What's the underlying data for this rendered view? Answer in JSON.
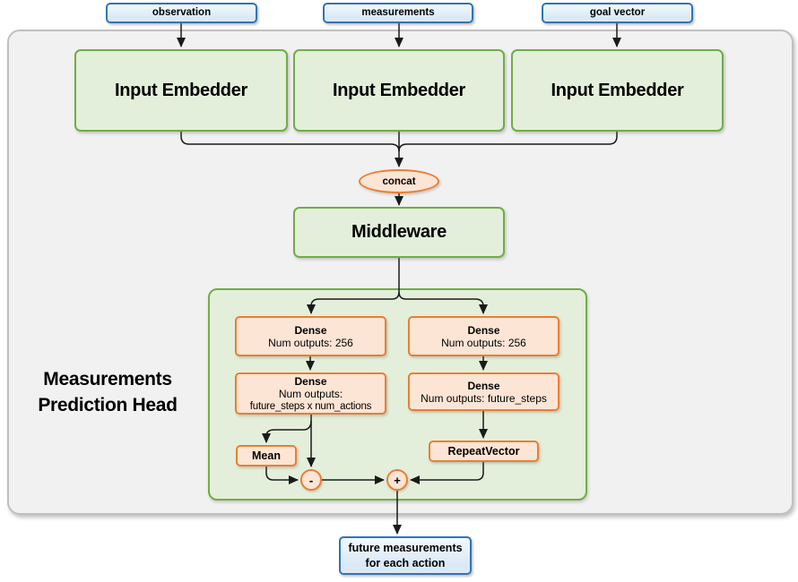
{
  "inputs": [
    {
      "label": "observation"
    },
    {
      "label": "measurements"
    },
    {
      "label": "goal vector"
    }
  ],
  "embedders": [
    {
      "label": "Input Embedder"
    },
    {
      "label": "Input Embedder"
    },
    {
      "label": "Input Embedder"
    }
  ],
  "concat": {
    "label": "concat"
  },
  "middleware": {
    "label": "Middleware"
  },
  "head": {
    "title_line1": "Measurements",
    "title_line2": "Prediction Head",
    "dense_left_top": {
      "title": "Dense",
      "line1": "Num outputs: 256"
    },
    "dense_right_top": {
      "title": "Dense",
      "line1": "Num outputs: 256"
    },
    "dense_left_bottom": {
      "title": "Dense",
      "line1": "Num outputs:",
      "line2": "future_steps x num_actions"
    },
    "dense_right_bottom": {
      "title": "Dense",
      "line1": "Num outputs: future_steps"
    },
    "mean": {
      "label": "Mean"
    },
    "repeat_vector": {
      "label": "RepeatVector"
    },
    "minus": {
      "label": "-"
    },
    "plus": {
      "label": "+"
    }
  },
  "output": {
    "line1": "future measurements",
    "line2": "for each action"
  },
  "colors": {
    "green_border": "#70AD47",
    "green_fill": "#E3EFDA",
    "orange_border": "#ED7D31",
    "orange_fill": "#FCE5D5",
    "blue_border": "#2E75B6",
    "blue_fill": "#DBE9F7",
    "container_fill": "#F1F1F2",
    "container_border": "#C0C0C0",
    "arrow_color": "#1A1A1A"
  }
}
